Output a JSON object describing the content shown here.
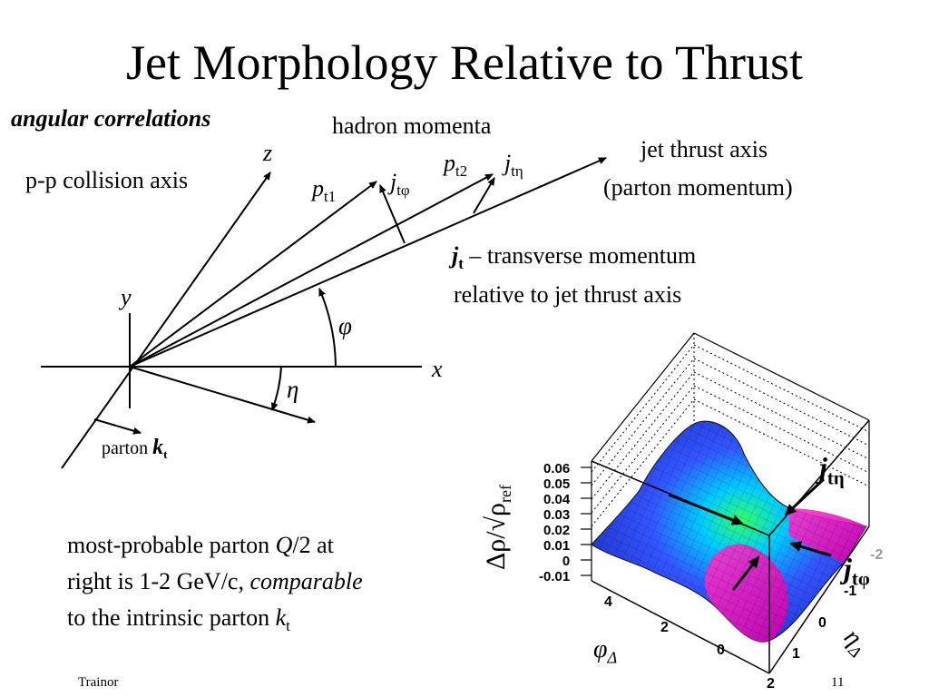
{
  "slide": {
    "title": "Jet Morphology Relative to Thrust",
    "subtitle": "angular correlations",
    "footer_left": "Trainor",
    "page_number": "11"
  },
  "diagram": {
    "hadron_momenta": "hadron momenta",
    "pp_axis": "p-p collision axis",
    "z": "z",
    "y": "y",
    "x": "x",
    "phi": "φ",
    "eta": "η",
    "pt1_base": "p",
    "pt1_sub": "t1",
    "pt2_base": "p",
    "pt2_sub": "t2",
    "jtphi_base": "j",
    "jtphi_sub": "tφ",
    "jteta_base": "j",
    "jteta_sub": "tη",
    "thrust_line1": "jet thrust axis",
    "thrust_line2": "(parton momentum)",
    "jt_base": "j",
    "jt_sub": "t",
    "jt_desc1": " – transverse momentum",
    "jt_desc2": "relative to jet thrust axis",
    "parton_label": "parton ",
    "kt_base": "k",
    "kt_sub": "t"
  },
  "body_text": {
    "line1_a": "most-probable parton ",
    "line1_q": "Q",
    "line1_b": "/2 at",
    "line2_a": "right is 1-2 GeV/c, ",
    "line2_it": "comparable",
    "line3_a": "to the intrinsic parton ",
    "line3_k": "k",
    "line3_sub": "t"
  },
  "plot": {
    "z_label": "Δρ/√ρ",
    "z_label_sub": "ref",
    "z_ticks": [
      "0.06",
      "0.05",
      "0.04",
      "0.03",
      "0.02",
      "0.01",
      "0",
      "-0.01"
    ],
    "phi_label": "φ",
    "phi_sub": "Δ",
    "phi_ticks": [
      "4",
      "2",
      "0"
    ],
    "eta_label": "η",
    "eta_sub": "Δ",
    "eta_ticks": [
      "-2",
      "-1",
      "0",
      "1",
      "2"
    ],
    "jteta_base": "j",
    "jteta_sub": "tη",
    "jtphi_base": "j",
    "jtphi_sub": "tφ"
  }
}
